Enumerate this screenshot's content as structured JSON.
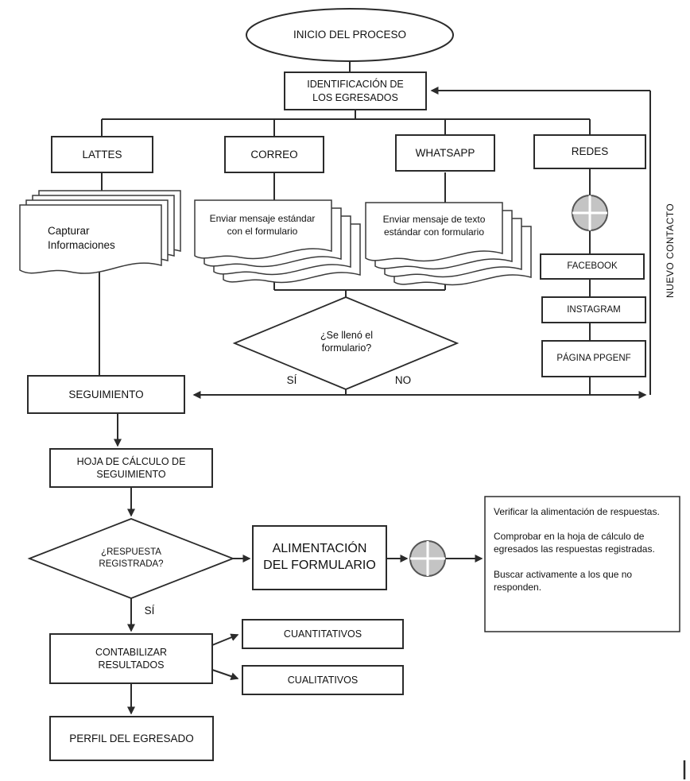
{
  "colors": {
    "line": "#2b2b2b",
    "connector_fill": "#c4c4c4",
    "shape_fill": "#ffffff"
  },
  "flowchart": {
    "start": "INICIO DEL PROCESO",
    "identification": "IDENTIFICACIÓN DE\nLOS EGRESADOS",
    "lattes": "LATTES",
    "correo": "CORREO",
    "whatsapp": "WHATSAPP",
    "redes": "REDES",
    "capturar": "Capturar\nInformaciones",
    "correo_doc": "Enviar mensaje estándar\ncon el formulario",
    "whatsapp_doc": "Enviar mensaje de texto\nestándar con formulario",
    "facebook": "FACEBOOK",
    "instagram": "INSTAGRAM",
    "pagina_ppgenf": "PÁGINA PPGENF",
    "nuevo_contacto": "NUEVO CONTACTO",
    "decision_formulario": "¿Se llenó el\nformulario?",
    "si_1": "SÍ",
    "no": "NO",
    "seguimiento": "SEGUIMIENTO",
    "hoja_calculo": "HOJA DE CÁLCULO DE\nSEGUIMIENTO",
    "decision_respuesta": "¿RESPUESTA\nREGISTRADA?",
    "alimentacion": "ALIMENTACIÓN\nDEL FORMULARIO",
    "si_2": "SÍ",
    "contabilizar": "CONTABILIZAR\nRESULTADOS",
    "cuantitativos": "CUANTITATIVOS",
    "cualitativos": "CUALITATIVOS",
    "perfil": "PERFIL DEL EGRESADO",
    "notes": [
      "Verificar la alimentación de respuestas.",
      "Comprobar en la hoja de cálculo de egresados las respuestas registradas.",
      "Buscar activamente a los que no responden."
    ]
  }
}
